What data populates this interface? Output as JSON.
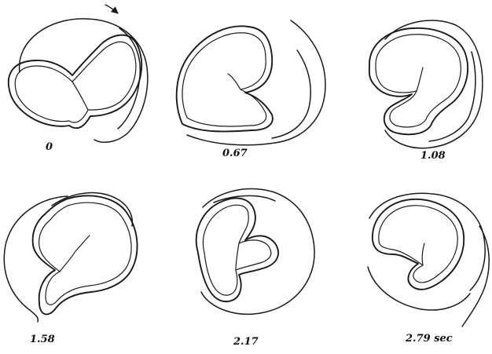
{
  "figure": {
    "frames": [
      {
        "label": "0"
      },
      {
        "label": "0.67"
      },
      {
        "label": "1.08"
      },
      {
        "label": "1.58"
      },
      {
        "label": "2.17"
      },
      {
        "label": "2.79 sec"
      }
    ]
  }
}
